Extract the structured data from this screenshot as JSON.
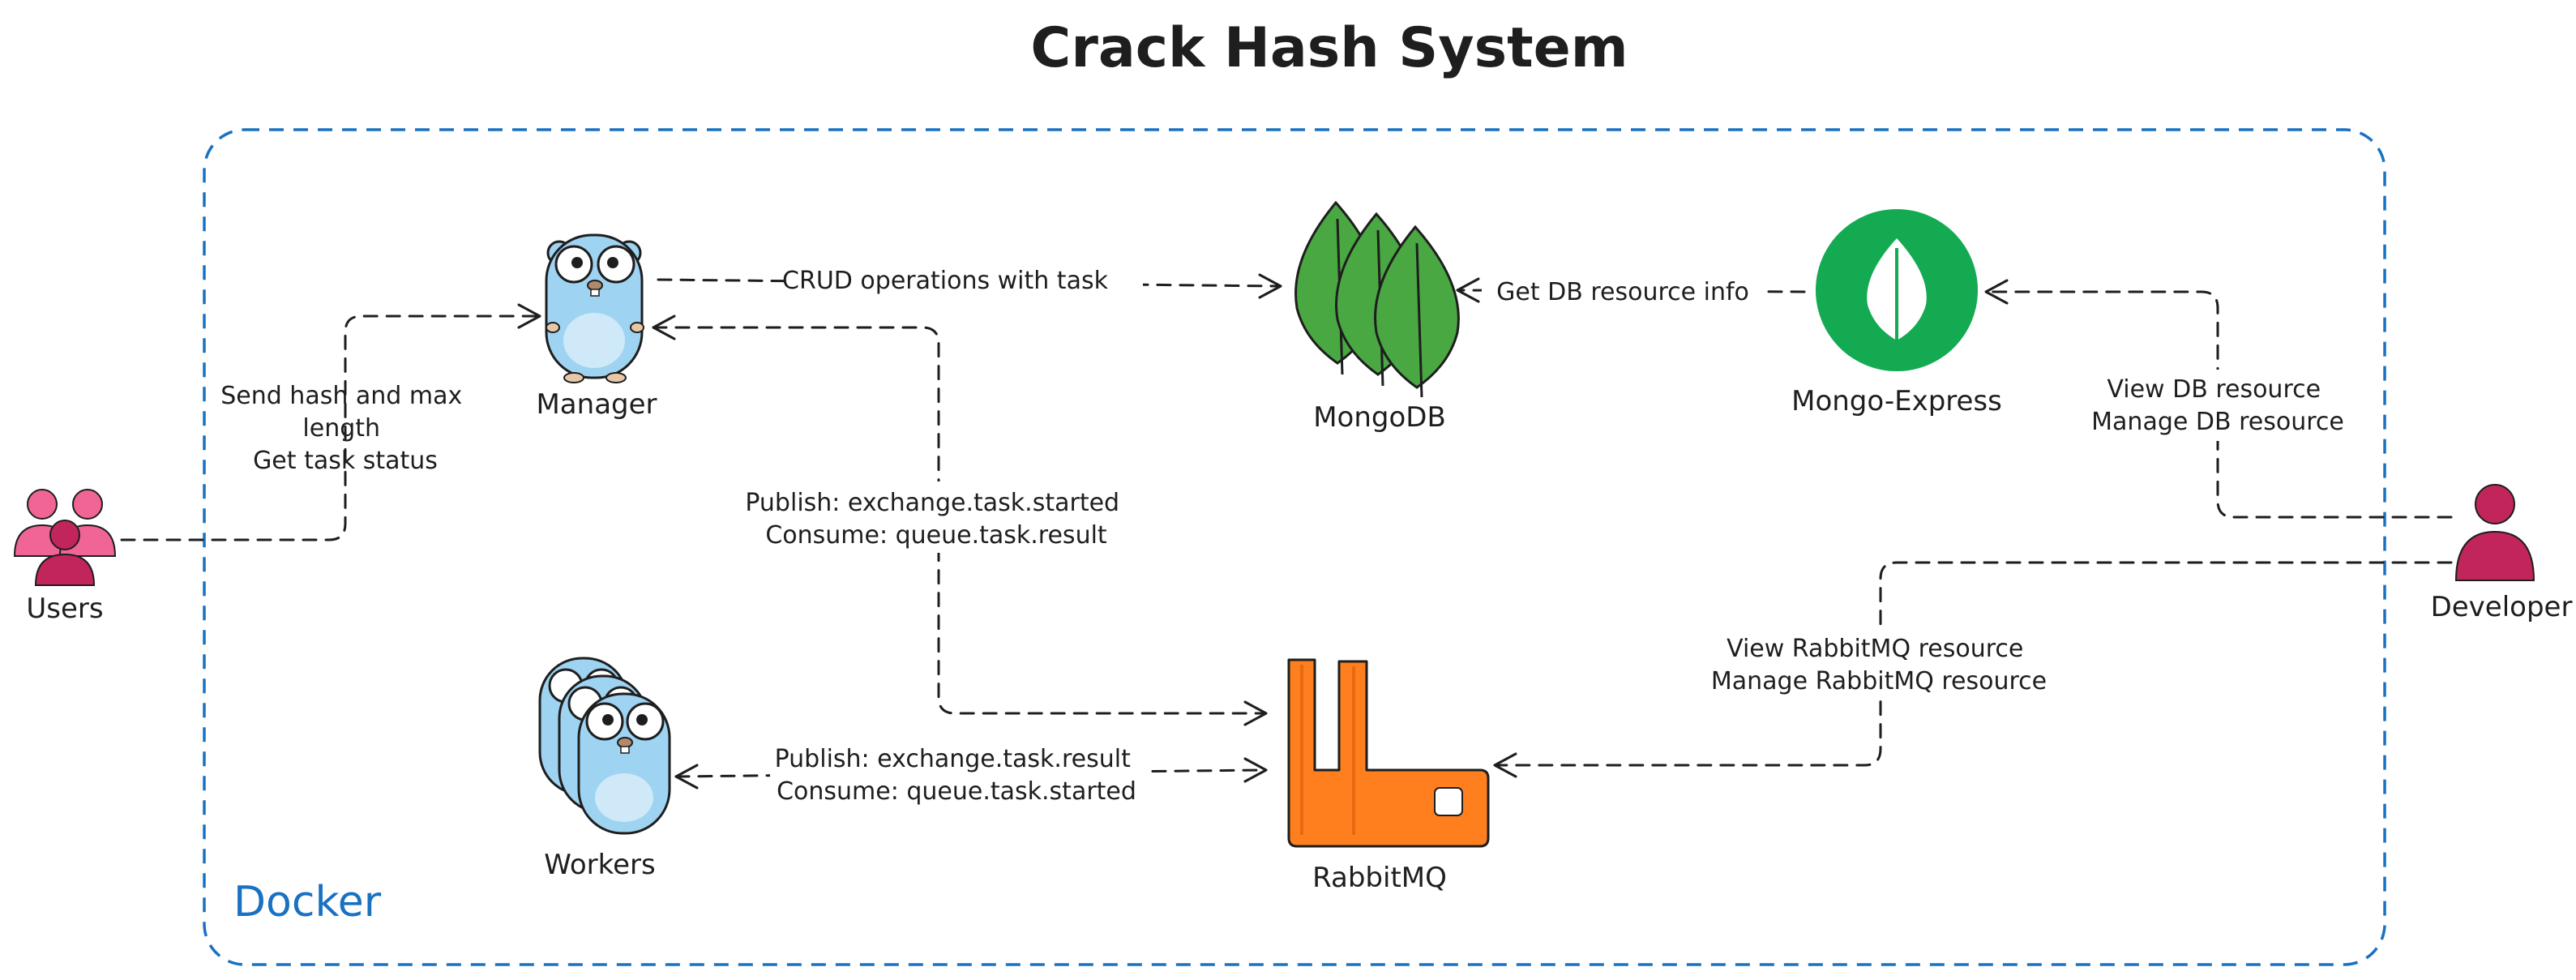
{
  "title": "Crack Hash System",
  "container": {
    "label": "Docker",
    "color": "#1971c2"
  },
  "nodes": {
    "users": {
      "label": "Users",
      "icon": "users-icon",
      "color": "#c2255c"
    },
    "manager": {
      "label": "Manager",
      "icon": "go-gopher-icon",
      "color": "#9fd3f2"
    },
    "mongodb": {
      "label": "MongoDB",
      "icon": "mongodb-leaf-icon",
      "color": "#4aa843"
    },
    "mongo_express": {
      "label": "Mongo-Express",
      "icon": "mongodb-leaf-circle-icon",
      "color": "#13aa52"
    },
    "workers": {
      "label": "Workers",
      "icon": "go-gophers-stack-icon",
      "color": "#9fd3f2"
    },
    "rabbitmq": {
      "label": "RabbitMQ",
      "icon": "rabbitmq-icon",
      "color": "#ff7f1e"
    },
    "developer": {
      "label": "Developer",
      "icon": "developer-icon",
      "color": "#c2255c"
    }
  },
  "edges": {
    "users_manager": {
      "lines": [
        "Send hash and max",
        "length",
        "Get task status"
      ]
    },
    "manager_mongodb": {
      "label": "CRUD operations with task"
    },
    "express_mongodb": {
      "label": "Get DB resource info"
    },
    "developer_express": {
      "lines": [
        "View DB resource",
        "Manage DB resource"
      ]
    },
    "manager_rabbitmq": {
      "lines": [
        "Publish: exchange.task.started",
        "Consume: queue.task.result"
      ]
    },
    "workers_rabbitmq": {
      "lines": [
        "Publish: exchange.task.result",
        "Consume: queue.task.started"
      ]
    },
    "developer_rabbitmq": {
      "lines": [
        "View RabbitMQ resource",
        "Manage RabbitMQ resource"
      ]
    }
  }
}
